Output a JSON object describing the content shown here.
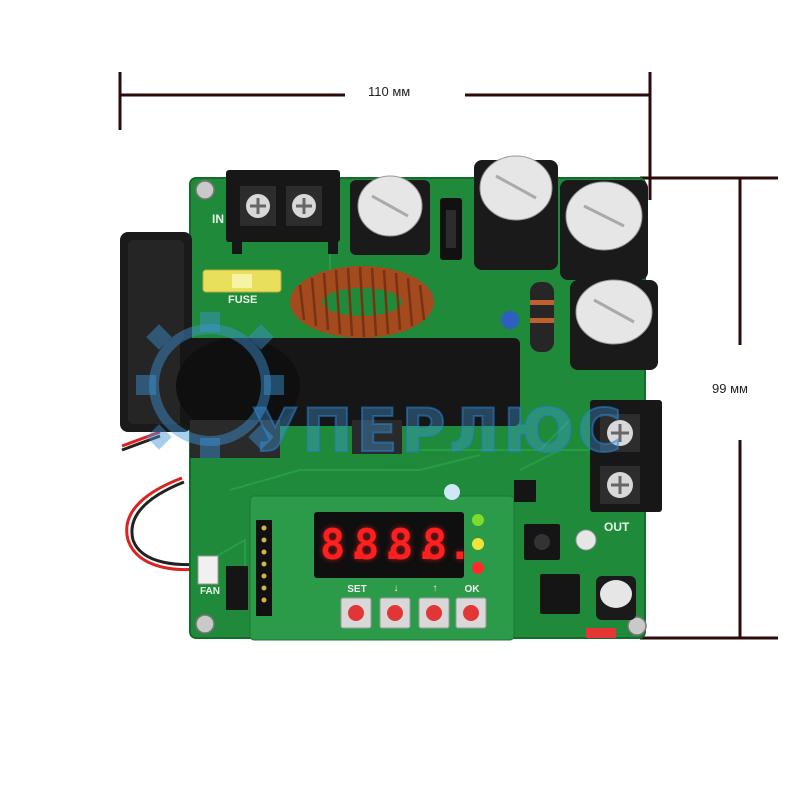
{
  "dimensions": {
    "width_label": "110 мм",
    "height_label": "99 мм"
  },
  "board": {
    "input_label": "IN",
    "fuse_label": "FUSE",
    "output_label": "OUT",
    "fan_label": "FAN",
    "buttons": [
      {
        "label": "SET",
        "icon": "set-text"
      },
      {
        "label": "↓",
        "icon": "arrow-down-icon"
      },
      {
        "label": "↑",
        "icon": "arrow-up-icon"
      },
      {
        "label": "OK",
        "icon": "ok-text"
      }
    ],
    "display": {
      "digits": [
        "8.",
        "8.",
        "8.",
        "8."
      ],
      "color": "#ff1f1f"
    },
    "leds": [
      {
        "name": "v-led",
        "color": "#7fdc2a"
      },
      {
        "name": "a-led",
        "color": "#f1e33a"
      },
      {
        "name": "out-led",
        "color": "#ff2a2a"
      }
    ],
    "pcb_color": "#1f8a3a"
  },
  "watermark": {
    "text": "УПЕРЛЮС",
    "color": "#3d95d8"
  }
}
